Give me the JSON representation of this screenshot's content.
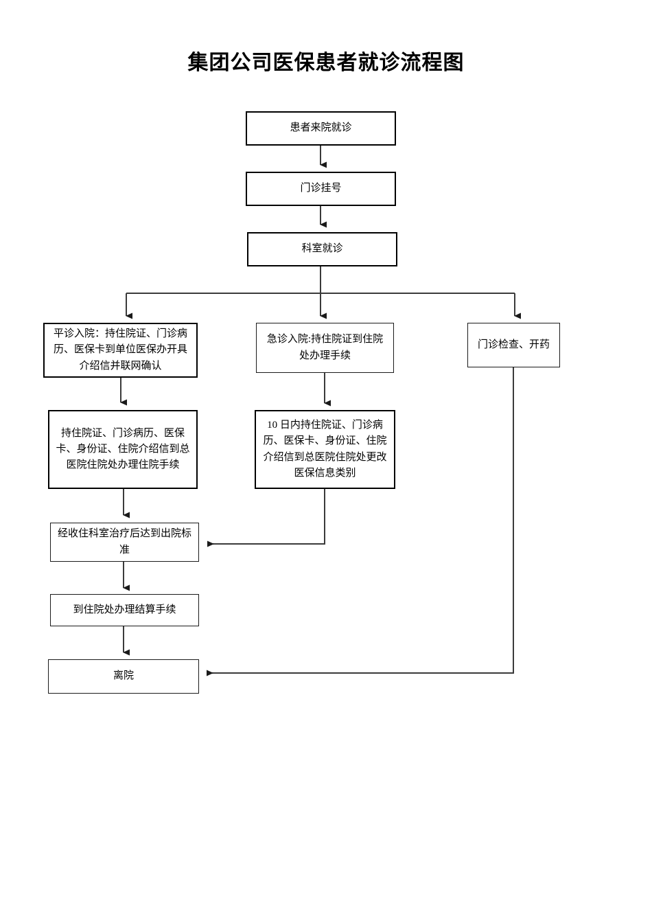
{
  "document": {
    "title": "集团公司医保患者就诊流程图",
    "page_background": "#ffffff",
    "line_color": "#3a3a3a",
    "box_border_color": "#1a1a1a"
  },
  "flowchart": {
    "type": "flowchart",
    "orientation": "top-to-bottom",
    "nodes": [
      {
        "id": "n1",
        "label": "患者来院就诊"
      },
      {
        "id": "n2",
        "label": "门诊挂号"
      },
      {
        "id": "n3",
        "label": "科室就诊"
      },
      {
        "id": "n4",
        "label": "平诊入院：持住院证、门诊病历、医保卡到单位医保办开具介绍信并联网确认"
      },
      {
        "id": "n5",
        "label": "急诊入院:持住院证到住院处办理手续"
      },
      {
        "id": "n6",
        "label": "门诊检查、开药"
      },
      {
        "id": "n7",
        "label": "持住院证、门诊病历、医保卡、身份证、住院介绍信到总医院住院处办理住院手续"
      },
      {
        "id": "n8",
        "label": "10 日内持住院证、门诊病历、医保卡、身份证、住院介绍信到总医院住院处更改医保信息类别"
      },
      {
        "id": "n9",
        "label": "经收住科室治疗后达到出院标准"
      },
      {
        "id": "n10",
        "label": "到住院处办理结算手续"
      },
      {
        "id": "n11",
        "label": "离院"
      }
    ],
    "edges": [
      {
        "from": "n1",
        "to": "n2",
        "style": "arrow-down"
      },
      {
        "from": "n2",
        "to": "n3",
        "style": "arrow-down"
      },
      {
        "from": "n3",
        "to": "n4",
        "style": "split-left"
      },
      {
        "from": "n3",
        "to": "n5",
        "style": "arrow-down"
      },
      {
        "from": "n3",
        "to": "n6",
        "style": "split-right"
      },
      {
        "from": "n4",
        "to": "n7",
        "style": "arrow-down"
      },
      {
        "from": "n5",
        "to": "n8",
        "style": "arrow-down"
      },
      {
        "from": "n7",
        "to": "n9",
        "style": "arrow-down"
      },
      {
        "from": "n8",
        "to": "n9",
        "style": "elbow-left"
      },
      {
        "from": "n9",
        "to": "n10",
        "style": "arrow-down"
      },
      {
        "from": "n10",
        "to": "n11",
        "style": "arrow-down"
      },
      {
        "from": "n6",
        "to": "n11",
        "style": "elbow-left-long"
      }
    ]
  }
}
